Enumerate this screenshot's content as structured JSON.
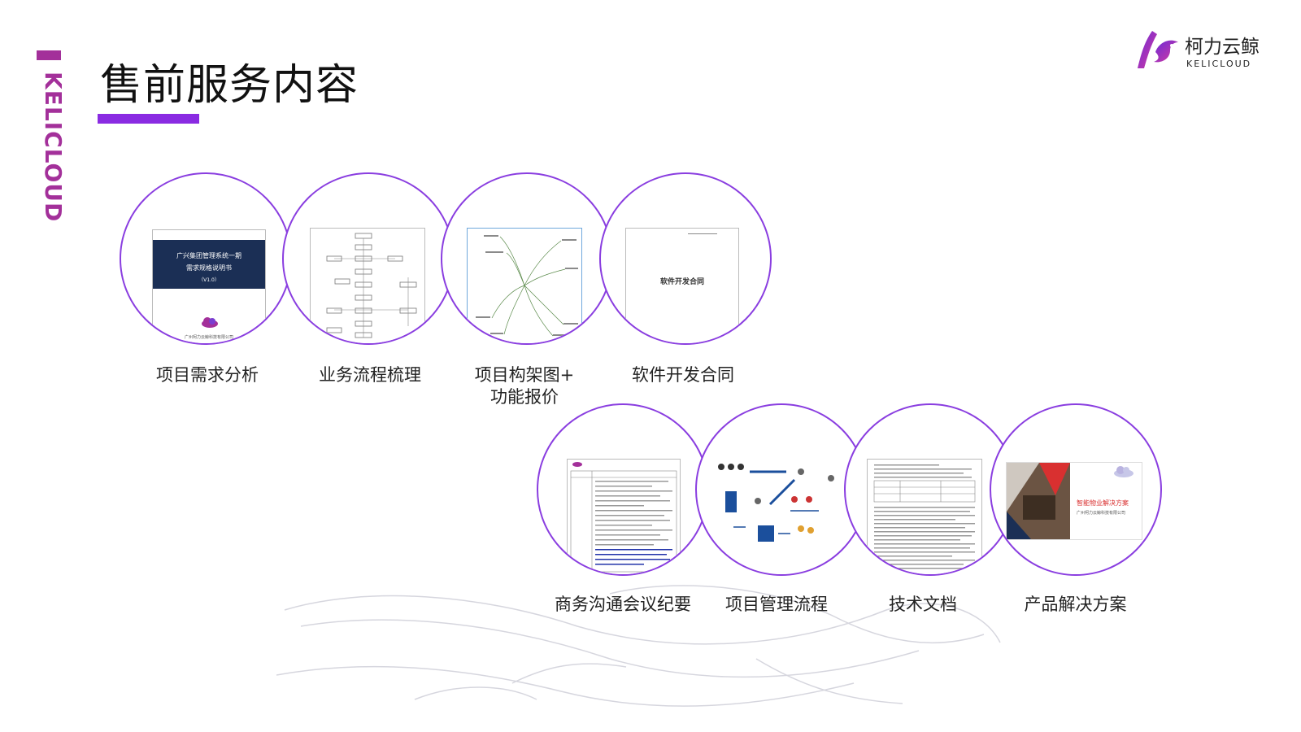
{
  "side": {
    "brand_vertical": "KELICLOUD"
  },
  "header": {
    "title": "售前服务内容"
  },
  "logo": {
    "name_cn": "柯力云鲸",
    "name_en": "KELICLOUD"
  },
  "colors": {
    "accent": "#8a2be2",
    "brand": "#a3309a",
    "circle_border": "#8a3ee0",
    "doc_navy": "#1b2f55"
  },
  "services_row1": [
    {
      "label": "项目需求分析",
      "icon": "requirements-doc-thumbnail",
      "doc_title": "广兴集团管理系统一期",
      "doc_subtitle": "需求规格说明书",
      "doc_version": "（V1.0）",
      "doc_footer": "广州柯力云鲸科技有限公司"
    },
    {
      "label": "业务流程梳理",
      "icon": "flowchart-thumbnail"
    },
    {
      "label_line1": "项目构架图+",
      "label_line2": "功能报价",
      "icon": "mindmap-thumbnail"
    },
    {
      "label": "软件开发合同",
      "icon": "contract-thumbnail",
      "doc_title": "软件开发合同"
    }
  ],
  "services_row2": [
    {
      "label": "商务沟通会议纪要",
      "icon": "meeting-minutes-thumbnail"
    },
    {
      "label": "项目管理流程",
      "icon": "team-process-thumbnail"
    },
    {
      "label": "技术文档",
      "icon": "tech-doc-thumbnail"
    },
    {
      "label": "产品解决方案",
      "icon": "solution-slide-thumbnail",
      "doc_title": "智能物业解决方案",
      "doc_footer": "广州柯力云鲸科技有限公司"
    }
  ]
}
